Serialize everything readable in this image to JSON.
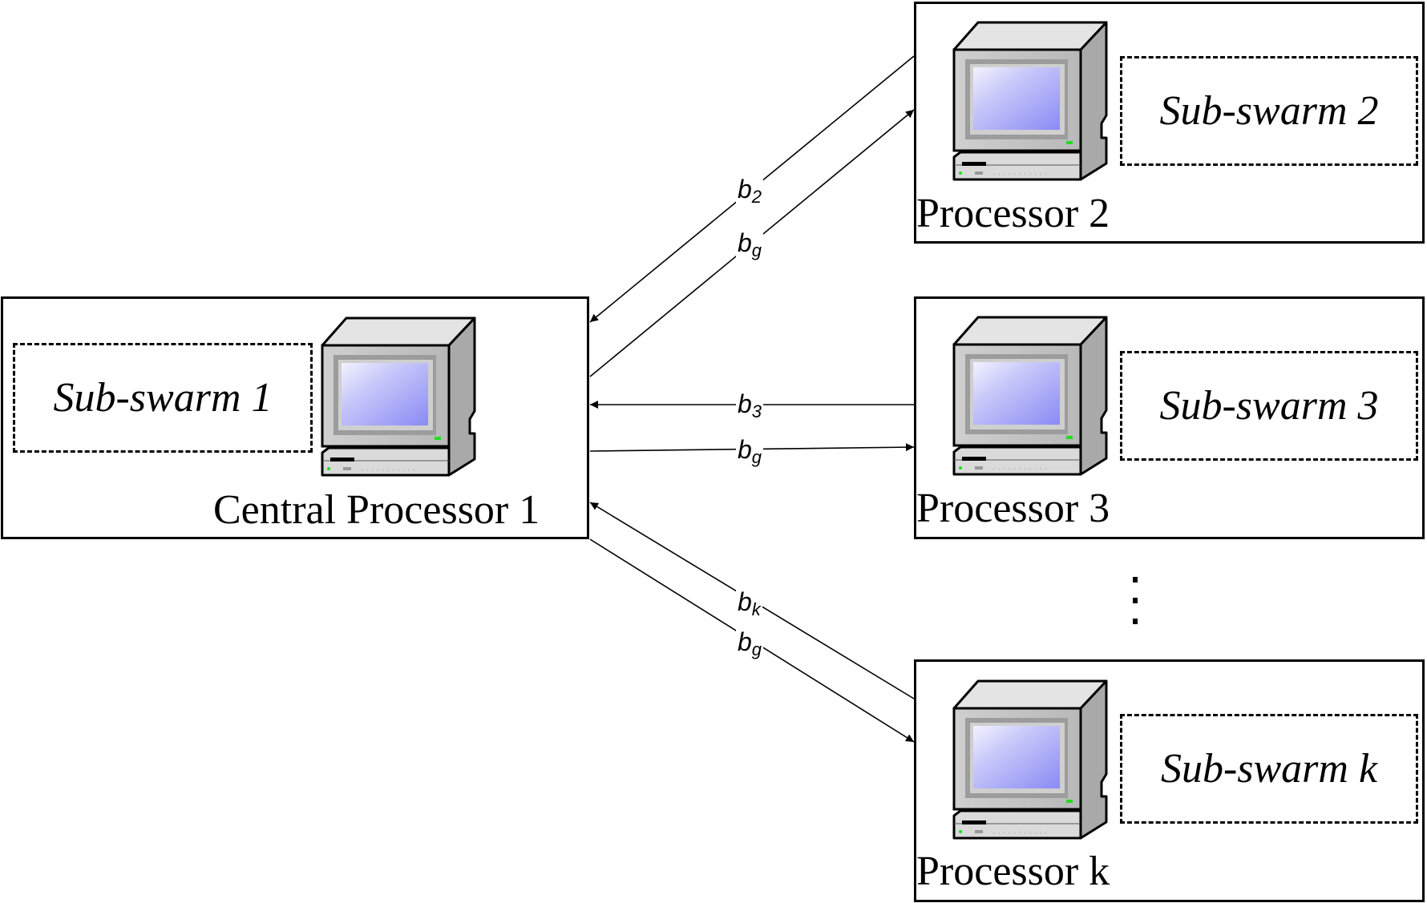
{
  "diagram": {
    "central": {
      "label": "Central Processor 1",
      "swarm": "Sub-swarm 1",
      "icon": "computer-icon"
    },
    "processors": [
      {
        "id": "2",
        "label": "Processor 2",
        "swarm": "Sub-swarm 2",
        "icon": "computer-icon"
      },
      {
        "id": "3",
        "label": "Processor 3",
        "swarm": "Sub-swarm 3",
        "icon": "computer-icon"
      },
      {
        "id": "k",
        "label": "Processor k",
        "swarm": "Sub-swarm k",
        "icon": "computer-icon"
      }
    ],
    "edges": [
      {
        "from": "Processor 2",
        "to": "Central Processor 1",
        "label_base": "b",
        "label_sub": "2"
      },
      {
        "from": "Central Processor 1",
        "to": "Processor 2",
        "label_base": "b",
        "label_sub": "g"
      },
      {
        "from": "Processor 3",
        "to": "Central Processor 1",
        "label_base": "b",
        "label_sub": "3"
      },
      {
        "from": "Central Processor 1",
        "to": "Processor 3",
        "label_base": "b",
        "label_sub": "g"
      },
      {
        "from": "Processor k",
        "to": "Central Processor 1",
        "label_base": "b",
        "label_sub": "k"
      },
      {
        "from": "Central Processor 1",
        "to": "Processor k",
        "label_base": "b",
        "label_sub": "g"
      }
    ],
    "ellipsis": "vertical-ellipsis"
  }
}
